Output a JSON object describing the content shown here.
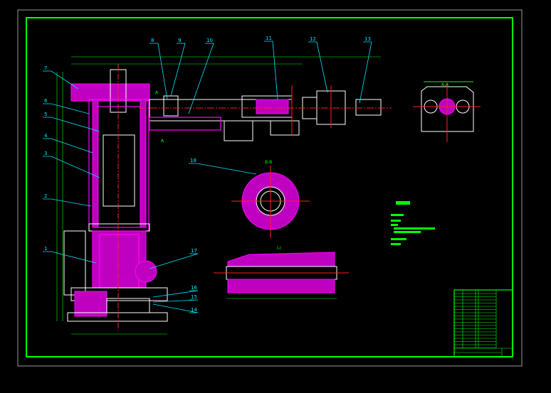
{
  "drawing": {
    "background": "#000000",
    "frame_color": "#00ff00",
    "section_color": "#ff00ff",
    "leader_color": "#00e5ff",
    "centerline_color": "#ff2020",
    "part_labels": [
      "1",
      "2",
      "3",
      "4",
      "5",
      "6",
      "7",
      "8",
      "9",
      "10",
      "11",
      "12",
      "13",
      "14",
      "15",
      "16",
      "17",
      "18"
    ],
    "section_labels": {
      "a": "A-A",
      "b": "B-B",
      "i": "I-I"
    },
    "view_marker": "A"
  }
}
